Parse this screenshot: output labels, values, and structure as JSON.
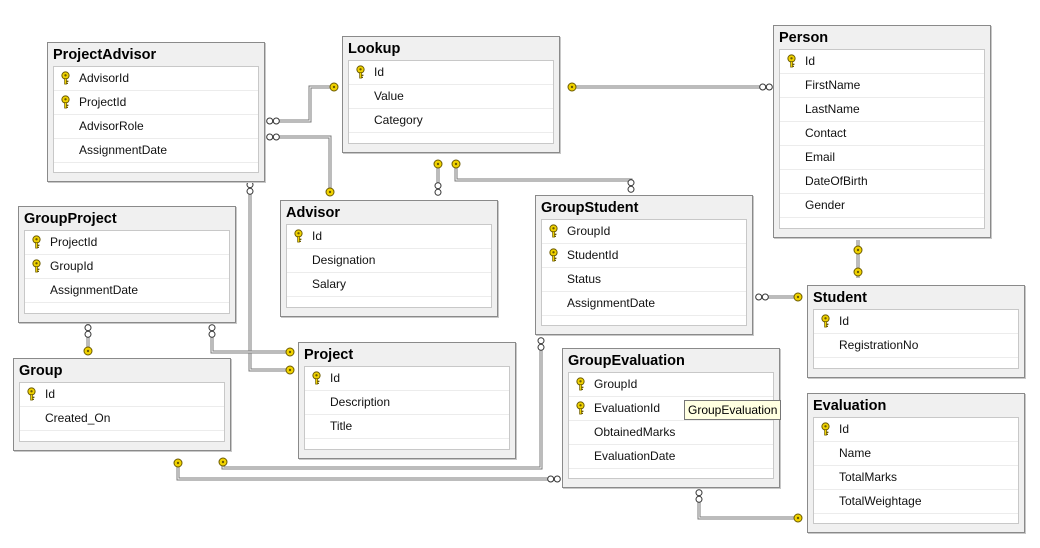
{
  "tables": [
    {
      "id": "projectadvisor",
      "name": "ProjectAdvisor",
      "columns": [
        {
          "name": "AdvisorId",
          "key": true
        },
        {
          "name": "ProjectId",
          "key": true
        },
        {
          "name": "AdvisorRole",
          "key": false
        },
        {
          "name": "AssignmentDate",
          "key": false
        }
      ]
    },
    {
      "id": "lookup",
      "name": "Lookup",
      "columns": [
        {
          "name": "Id",
          "key": true
        },
        {
          "name": "Value",
          "key": false
        },
        {
          "name": "Category",
          "key": false
        }
      ]
    },
    {
      "id": "person",
      "name": "Person",
      "columns": [
        {
          "name": "Id",
          "key": true
        },
        {
          "name": "FirstName",
          "key": false
        },
        {
          "name": "LastName",
          "key": false
        },
        {
          "name": "Contact",
          "key": false
        },
        {
          "name": "Email",
          "key": false
        },
        {
          "name": "DateOfBirth",
          "key": false
        },
        {
          "name": "Gender",
          "key": false
        }
      ]
    },
    {
      "id": "groupproject",
      "name": "GroupProject",
      "columns": [
        {
          "name": "ProjectId",
          "key": true
        },
        {
          "name": "GroupId",
          "key": true
        },
        {
          "name": "AssignmentDate",
          "key": false
        }
      ]
    },
    {
      "id": "advisor",
      "name": "Advisor",
      "columns": [
        {
          "name": "Id",
          "key": true
        },
        {
          "name": "Designation",
          "key": false
        },
        {
          "name": "Salary",
          "key": false
        }
      ]
    },
    {
      "id": "groupstudent",
      "name": "GroupStudent",
      "columns": [
        {
          "name": "GroupId",
          "key": true
        },
        {
          "name": "StudentId",
          "key": true
        },
        {
          "name": "Status",
          "key": false
        },
        {
          "name": "AssignmentDate",
          "key": false
        }
      ]
    },
    {
      "id": "student",
      "name": "Student",
      "columns": [
        {
          "name": "Id",
          "key": true
        },
        {
          "name": "RegistrationNo",
          "key": false
        }
      ]
    },
    {
      "id": "group",
      "name": "Group",
      "columns": [
        {
          "name": "Id",
          "key": true
        },
        {
          "name": "Created_On",
          "key": false
        }
      ]
    },
    {
      "id": "project",
      "name": "Project",
      "columns": [
        {
          "name": "Id",
          "key": true
        },
        {
          "name": "Description",
          "key": false
        },
        {
          "name": "Title",
          "key": false
        }
      ]
    },
    {
      "id": "groupevaluation",
      "name": "GroupEvaluation",
      "columns": [
        {
          "name": "GroupId",
          "key": true
        },
        {
          "name": "EvaluationId",
          "key": true
        },
        {
          "name": "ObtainedMarks",
          "key": false
        },
        {
          "name": "EvaluationDate",
          "key": false
        }
      ]
    },
    {
      "id": "evaluation",
      "name": "Evaluation",
      "columns": [
        {
          "name": "Id",
          "key": true
        },
        {
          "name": "Name",
          "key": false
        },
        {
          "name": "TotalMarks",
          "key": false
        },
        {
          "name": "TotalWeightage",
          "key": false
        }
      ]
    }
  ],
  "tooltip": {
    "text": "GroupEvaluation"
  },
  "colors": {
    "key": "#f1d300",
    "line": "#7a7a7a",
    "title_bg": "#f0f0f0"
  }
}
